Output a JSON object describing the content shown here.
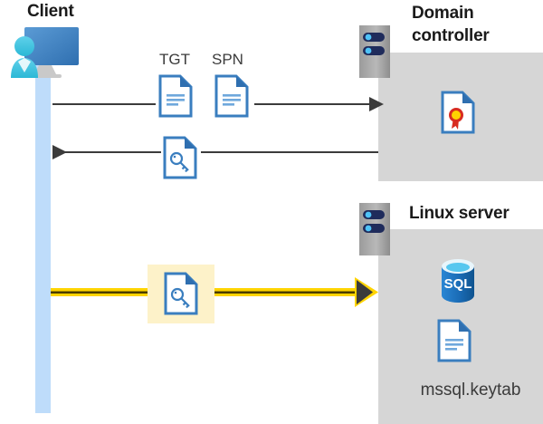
{
  "diagram": {
    "title_client": "Client",
    "title_domain_controller": "Domain\ncontroller",
    "title_domain_controller_line1": "Domain",
    "title_domain_controller_line2": "controller",
    "title_linux_server": "Linux server",
    "labels": {
      "tgt": "TGT",
      "spn": "SPN",
      "keytab_file": "mssql.keytab",
      "sql_text": "SQL"
    },
    "icons": {
      "client": "client-workstation-icon",
      "domain_controller_server": "server-rack-icon",
      "linux_server": "server-rack-icon",
      "tgt_document": "document-icon",
      "spn_document": "document-icon",
      "ticket_key_document": "key-document-icon",
      "keytab_key_document": "key-document-icon",
      "certificate": "certificate-document-icon",
      "sql_database": "sql-database-icon",
      "keytab_document": "document-icon"
    },
    "arrows": [
      {
        "name": "client-to-dc-request",
        "direction": "right",
        "style": "thin-black",
        "label_icons": [
          "TGT",
          "SPN"
        ]
      },
      {
        "name": "dc-to-client-response",
        "direction": "left",
        "style": "thin-black",
        "label_icons": [
          "ticket"
        ]
      },
      {
        "name": "client-to-linux-ticket",
        "direction": "right",
        "style": "thick-yellow",
        "label_icons": [
          "keytab"
        ]
      }
    ],
    "colors": {
      "box_gray": "#d6d6d6",
      "lifeline_blue": "#bedcfa",
      "highlight_yellow": "#fdf2c9",
      "arrow_yellow": "#ffd400",
      "arrow_black": "#3b3b3b",
      "doc_blue": "#3a7ebf",
      "sql_blue": "#1a6bb5",
      "cert_red": "#d82c20",
      "cert_gold": "#ffd400",
      "title_dark": "#1a1a1a"
    }
  }
}
